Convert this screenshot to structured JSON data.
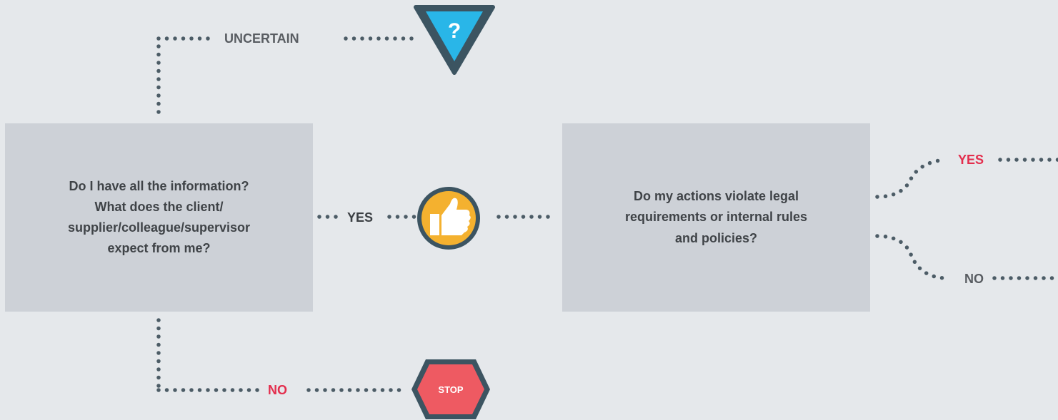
{
  "boxes": {
    "information": "Do I have all the information?\nWhat does the client/\nsupplier/colleague/supervisor\nexpect from me?",
    "violation": "Do my actions violate legal\nrequirements or internal rules\nand policies?"
  },
  "labels": {
    "uncertain": "UNCERTAIN",
    "yes_middle": "YES",
    "no_bottom": "NO",
    "yes_right": "YES",
    "no_right": "NO"
  },
  "icons": {
    "question": {
      "name": "question-triangle-icon",
      "glyph": "?"
    },
    "thumbs_up": {
      "name": "thumbs-up-icon"
    },
    "stop": {
      "name": "stop-sign-icon",
      "text": "STOP"
    }
  },
  "colors": {
    "background": "#e5e8eb",
    "box": "#cdd1d7",
    "dots": "#4c5c66",
    "question_fill": "#29b6e8",
    "thumb_fill": "#f4b12f",
    "stop_fill": "#ee5a62",
    "icon_outline": "#3c5461",
    "red_label": "#e32e4d"
  }
}
